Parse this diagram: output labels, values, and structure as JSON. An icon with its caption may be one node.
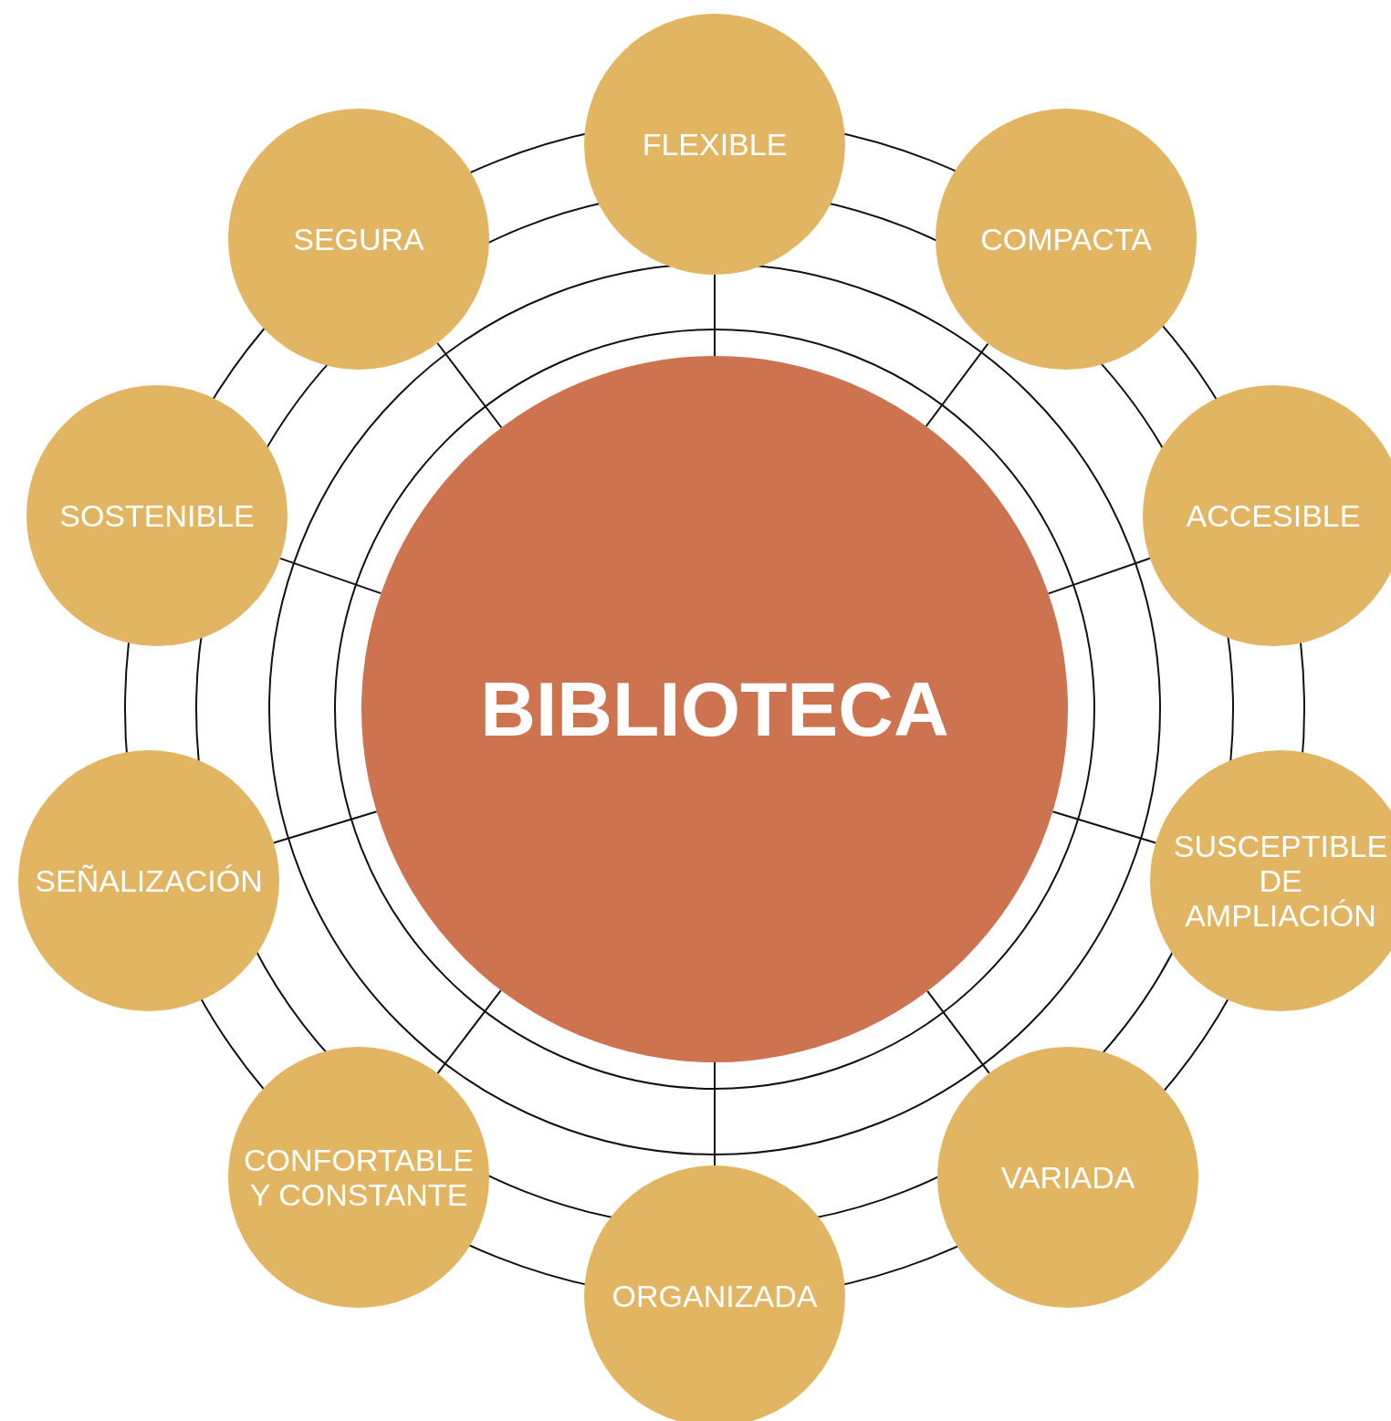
{
  "diagram": {
    "nodes": [
      {
        "text": [
          "BIBLIOTECA"
        ]
      },
      {
        "text": [
          "FLEXIBLE"
        ]
      },
      {
        "text": [
          "COMPACTA"
        ]
      },
      {
        "text": [
          "ACCESIBLE"
        ]
      },
      {
        "text": [
          "SUSCEPTIBLE DE AMPLIACIÓN"
        ]
      },
      {
        "text": [
          "VARIADA"
        ]
      },
      {
        "text": [
          "ORGANIZADA"
        ]
      },
      {
        "text": [
          "CONFORTABLE Y CONSTANTE"
        ]
      },
      {
        "text": [
          "SEÑALIZACIÓN"
        ]
      },
      {
        "text": [
          "SOSTENIBLE"
        ]
      },
      {
        "text": [
          "SEGURA"
        ]
      }
    ],
    "edges": [
      {
        "from": 0,
        "to": 1,
        "arrow": "none"
      },
      {
        "from": 0,
        "to": 2,
        "arrow": "none"
      },
      {
        "from": 0,
        "to": 3,
        "arrow": "none"
      },
      {
        "from": 0,
        "to": 4,
        "arrow": "none"
      },
      {
        "from": 0,
        "to": 5,
        "arrow": "none"
      },
      {
        "from": 0,
        "to": 6,
        "arrow": "none"
      },
      {
        "from": 0,
        "to": 7,
        "arrow": "none"
      },
      {
        "from": 0,
        "to": 8,
        "arrow": "none"
      },
      {
        "from": 0,
        "to": 9,
        "arrow": "none"
      },
      {
        "from": 0,
        "to": 10,
        "arrow": "none"
      }
    ]
  }
}
